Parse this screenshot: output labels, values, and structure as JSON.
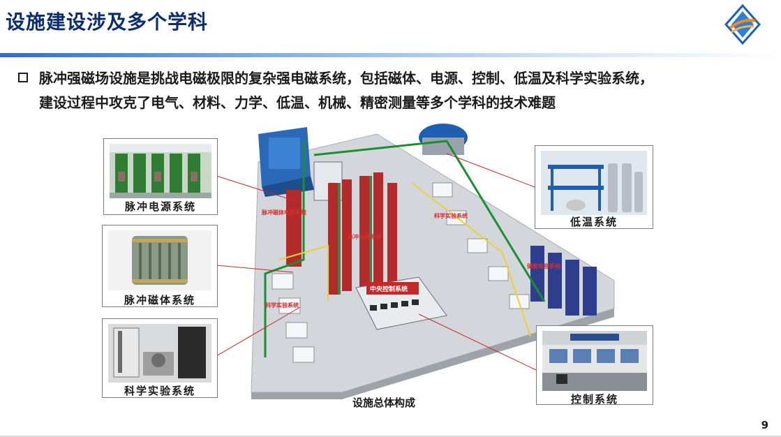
{
  "header": {
    "title": "设施建设涉及多个学科",
    "logo_icon": "institute-logo-icon",
    "accent_color": "#2f6fc9"
  },
  "bullet": {
    "line1": "脉冲强磁场设施是挑战电磁极限的复杂强电磁系统，包括磁体、电源、控制、低温及科学实验系统，",
    "line2": "建设过程中攻克了电气、材料、力学、低温、机械、精密测量等多个学科的技术难题"
  },
  "facility": {
    "caption": "设施总体构成",
    "labels": {
      "power_row": "脉冲磁体电源系统",
      "power_center": "脉冲电源系统",
      "experiment_right": "科学实验系统",
      "experiment_left": "科学实验系统",
      "control": "中央控制系统",
      "capacitor": "储能电容系统"
    }
  },
  "callouts": {
    "power": "脉冲电源系统",
    "magnet": "脉冲磁体系统",
    "experiment": "科学实验系统",
    "cryo": "低温系统",
    "control": "控制系统"
  },
  "footer": {
    "page_number": "9"
  }
}
